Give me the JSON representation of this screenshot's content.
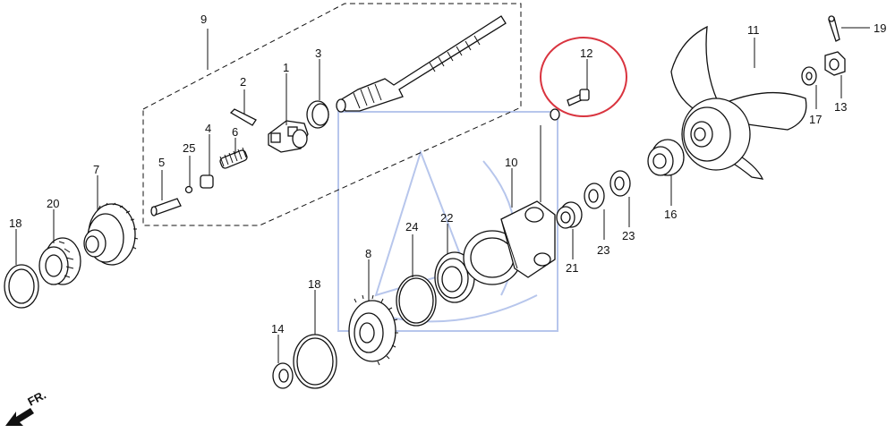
{
  "labels": {
    "p1": "1",
    "p2": "2",
    "p3": "3",
    "p4": "4",
    "p5": "5",
    "p6": "6",
    "p7": "7",
    "p8": "8",
    "p9": "9",
    "p10": "10",
    "p11": "11",
    "p12": "12",
    "p13": "13",
    "p14": "14",
    "p16": "16",
    "p17": "17",
    "p18a": "18",
    "p18b": "18",
    "p19": "19",
    "p20": "20",
    "p21": "21",
    "p22": "22",
    "p23a": "23",
    "p23b": "23",
    "p24": "24",
    "p25": "25"
  },
  "direction": {
    "label": "FR."
  },
  "highlight": {
    "color": "#d9343f",
    "part": "12"
  },
  "colors": {
    "line": "#111111",
    "watermark": "#9fb3e6",
    "background": "#ffffff"
  }
}
